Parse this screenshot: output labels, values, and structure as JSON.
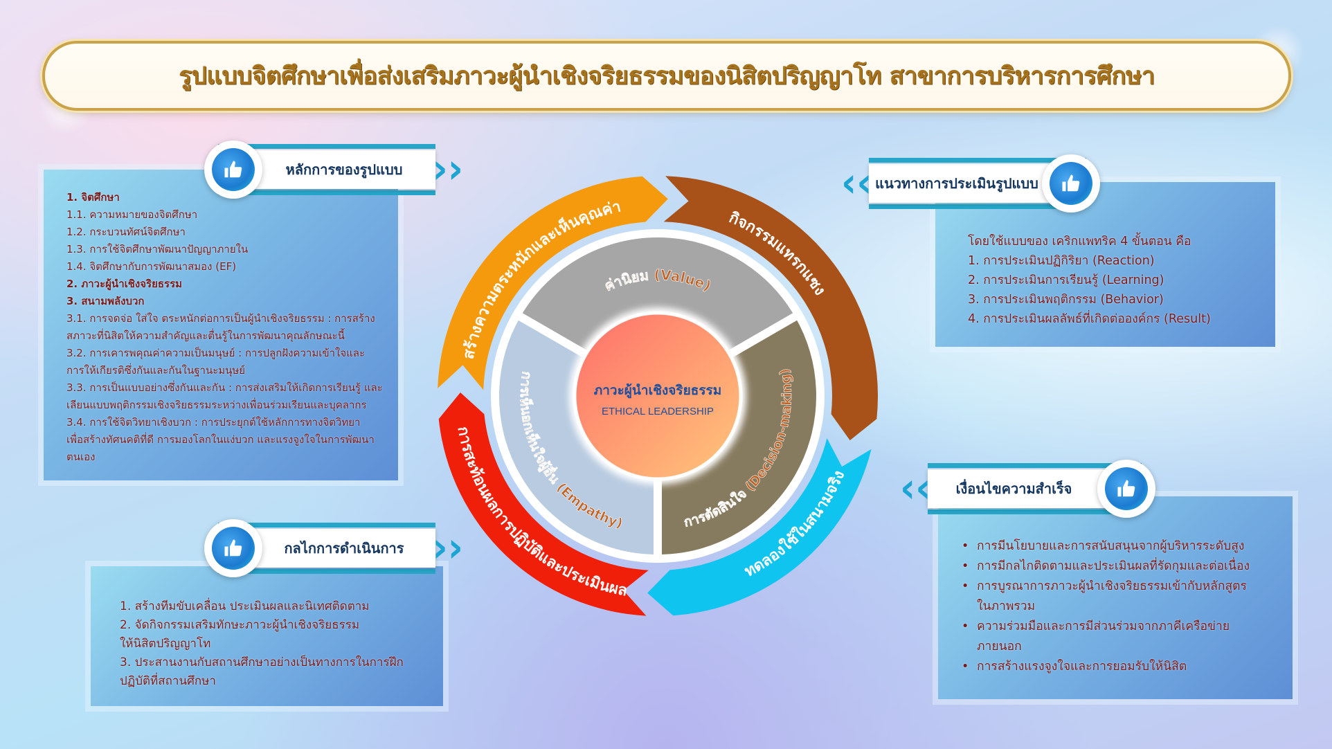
{
  "title": "รูปแบบจิตศึกษาเพื่อส่งเสริมภาวะผู้นำเชิงจริยธรรมของนิสิตปริญญาโท สาขาการบริหารการศึกษา",
  "colors": {
    "orange": "#f59a0c",
    "brown": "#a8521a",
    "cyan": "#0fc4ef",
    "red": "#f01f0a",
    "gray": "#a6a6a6",
    "olive": "#877b5f",
    "lightblue": "#b8cbe0",
    "label": "#c0652a",
    "center_text": "#1e4f9c"
  },
  "principles": {
    "header": "หลักการของรูปแบบ",
    "lines": [
      {
        "text": "1. จิตศึกษา",
        "bold": true
      },
      {
        "text": "1.1. ความหมายของจิตศึกษา",
        "bold": false
      },
      {
        "text": "1.2. กระบวนทัศน์จิตศึกษา",
        "bold": false
      },
      {
        "text": "1.3. การใช้จิตศึกษาพัฒนาปัญญาภายใน",
        "bold": false
      },
      {
        "text": "1.4. จิตศึกษากับการพัฒนาสมอง (EF)",
        "bold": false
      },
      {
        "text": "2. ภาวะผู้นำเชิงจริยธรรม",
        "bold": true
      },
      {
        "text": "3. สนามพลังบวก",
        "bold": true
      },
      {
        "text": "3.1. การจดจ่อ ใส่ใจ ตระหนักต่อการเป็นผู้นำเชิงจริยธรรม : การสร้าง",
        "bold": false
      },
      {
        "text": "สภาวะที่นิสิตให้ความสำคัญและตื่นรู้ในการพัฒนาคุณลักษณะนี้",
        "bold": false
      },
      {
        "text": "3.2. การเคารพคุณค่าความเป็นมนุษย์ : การปลูกฝังความเข้าใจและ",
        "bold": false
      },
      {
        "text": "การให้เกียรติซึ่งกันและกันในฐานะมนุษย์",
        "bold": false
      },
      {
        "text": "3.3. การเป็นแบบอย่างซึ่งกันและกัน : การส่งเสริมให้เกิดการเรียนรู้ และ",
        "bold": false
      },
      {
        "text": "เลียนแบบพฤติกรรมเชิงจริยธรรมระหว่างเพื่อนร่วมเรียนและบุคลากร",
        "bold": false
      },
      {
        "text": "3.4. การใช้จิตวิทยาเชิงบวก : การประยุกต์ใช้หลักการทางจิตวิทยา",
        "bold": false
      },
      {
        "text": "เพื่อสร้างทัศนคติที่ดี การมองโลกในแง่บวก และแรงจูงใจในการพัฒนา",
        "bold": false
      },
      {
        "text": "ตนเอง",
        "bold": false
      }
    ]
  },
  "mechanism": {
    "header": "กลไกการดำเนินการ",
    "lines": [
      "1. สร้างทีมขับเคลื่อน ประเมินผลและนิเทศติดตาม",
      "2. จัดกิจกรรมเสริมทักษะภาวะผู้นำเชิงจริยธรรม",
      "ให้นิสิตปริญญาโท",
      "3. ประสานงานกับสถานศึกษาอย่างเป็นทางการในการฝึก",
      "ปฏิบัติที่สถานศึกษา"
    ]
  },
  "evaluation": {
    "header": "แนวทางการประเมินรูปแบบ",
    "lines": [
      "โดยใช้แบบของ เคริกแพทริค 4 ขั้นตอน คือ",
      "1. การประเมินปฏิกิริยา (Reaction)",
      "2. การประเมินการเรียนรู้ (Learning)",
      "3. การประเมินพฤติกรรม (Behavior)",
      "4. การประเมินผลลัพธ์ที่เกิดต่อองค์กร (Result)"
    ]
  },
  "success": {
    "header": "เงื่อนไขความสำเร็จ",
    "lines": [
      {
        "text": "การมีนโยบายและการสนับสนุนจากผู้บริหารระดับสูง",
        "bullet": true
      },
      {
        "text": "การมีกลไกติดตามและประเมินผลที่รัดกุมและต่อเนื่อง",
        "bullet": true
      },
      {
        "text": "การบูรณาการภาวะผู้นำเชิงจริยธรรมเข้ากับหลักสูตร",
        "bullet": true
      },
      {
        "text": "ในภาพรวม",
        "bullet": false
      },
      {
        "text": "ความร่วมมือและการมีส่วนร่วมจากภาคีเครือข่าย",
        "bullet": true
      },
      {
        "text": "ภายนอก",
        "bullet": false
      },
      {
        "text": "การสร้างแรงจูงใจและการยอมรับให้นิสิต",
        "bullet": true
      }
    ]
  },
  "wheel": {
    "center_th": "ภาวะผู้นำเชิงจริยธรรม",
    "center_en": "ETHICAL LEADERSHIP",
    "ring": [
      "สร้างความตระหนักและเห็นคุณค่า",
      "กิจกรรมแทรกแซง",
      "ทดลองใช้ในสนามจริง",
      "การสะท้อนผลการปฏิบัติและประเมินผล"
    ],
    "inner": [
      "ค่านิยม (Value)",
      "การตัดสินใจ (Decision-making)",
      "การเห็นอกเห็นใจผู้อื่น (Empathy)"
    ]
  }
}
